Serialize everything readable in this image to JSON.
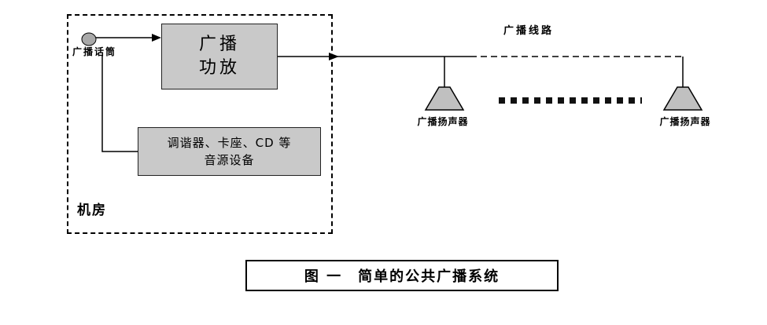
{
  "diagram": {
    "machine_room": {
      "label": "机房",
      "microphone_label": "广播话筒",
      "amplifier": {
        "line1": "广播",
        "line2": "功放"
      },
      "source_equipment": {
        "line1": "调谐器、卡座、CD 等",
        "line2": "音源设备"
      }
    },
    "broadcast_line_label": "广播线路",
    "speakers": [
      {
        "label": "广播扬声器"
      },
      {
        "label": "广播扬声器"
      }
    ],
    "caption": "图 一　简单的公共广播系统"
  },
  "colors": {
    "box_fill": "#c9c9c9",
    "microphone_fill": "#a9a9a9",
    "stroke": "#000000",
    "background": "#ffffff"
  }
}
